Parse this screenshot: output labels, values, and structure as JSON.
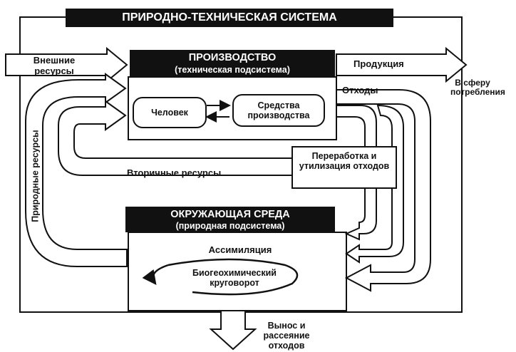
{
  "system_title": "ПРИРОДНО-ТЕХНИЧЕСКАЯ СИСТЕМА",
  "production": {
    "title": "ПРОИЗВОДСТВО",
    "subtitle": "(техническая подсистема)",
    "human": "Человек",
    "means": "Средства производства"
  },
  "environment": {
    "title": "ОКРУЖАЮЩАЯ СРЕДА",
    "subtitle": "(природная подсистема)",
    "assimilation": "Ассимиляция",
    "cycle": "Биогеохимический круговорот"
  },
  "flows": {
    "external_resources": "Внешние ресурсы",
    "products": "Продукция",
    "consumption": "В сферу потребления",
    "waste": "Отходы",
    "recycling": "Переработка и утилизация отходов",
    "secondary_resources": "Вторичные ресурсы",
    "natural_resources": "Природные ресурсы",
    "removal": "Вынос и рассеяние отходов"
  }
}
